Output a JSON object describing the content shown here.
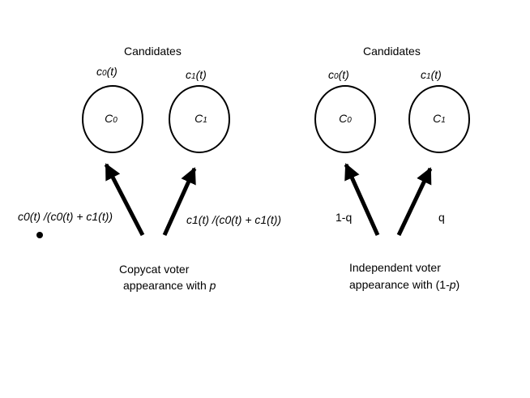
{
  "left_panel": {
    "header": "Candidates",
    "cand0_rate": {
      "main": "c",
      "sub": "0",
      "rest": "(t)"
    },
    "cand1_rate": {
      "main": "c",
      "sub": "1",
      "rest": "(t)"
    },
    "node0": {
      "main": "C",
      "sub": "0"
    },
    "node1": {
      "main": "C",
      "sub": "1"
    },
    "prob0": "c0(t) /(c0(t) + c1(t))",
    "prob1": "c1(t) /(c0(t) + c1(t))",
    "voter_line1": "Copycat voter",
    "voter_line2_prefix": "appearance with ",
    "voter_line2_var": "p"
  },
  "right_panel": {
    "header": "Candidates",
    "cand0_rate": {
      "main": "c",
      "sub": "0",
      "rest": "(t)"
    },
    "cand1_rate": {
      "main": "c",
      "sub": "1",
      "rest": "(t)"
    },
    "node0": {
      "main": "C",
      "sub": "0"
    },
    "node1": {
      "main": "C",
      "sub": "1"
    },
    "prob0": "1-q",
    "prob1": "q",
    "voter_line1": "Independent voter",
    "voter_line2_prefix": "appearance with  (1-",
    "voter_line2_var": "p",
    "voter_line2_suffix": ")"
  }
}
